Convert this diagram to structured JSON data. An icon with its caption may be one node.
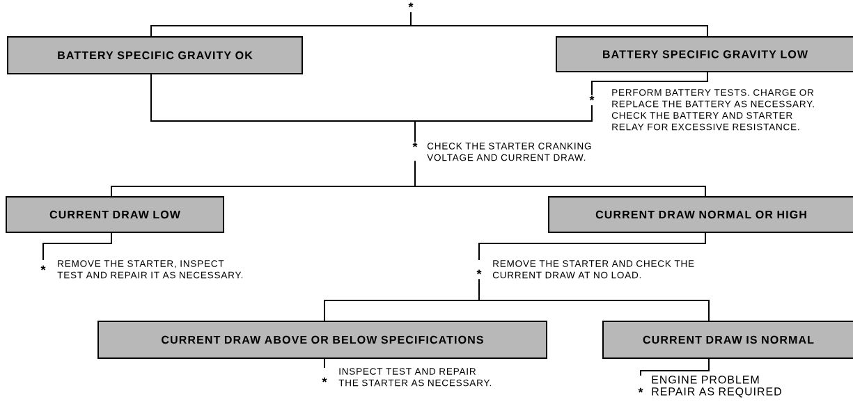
{
  "diagram": {
    "nodes": [
      {
        "text": [
          "*"
        ]
      },
      {
        "text": [
          "BATTERY SPECIFIC GRAVITY OK"
        ]
      },
      {
        "text": [
          "BATTERY SPECIFIC GRAVITY LOW"
        ]
      },
      {
        "text": [
          "PERFORM BATTERY TESTS. CHARGE OR REPLACE THE BATTERY AS NECESSARY. CHECK THE BATTERY AND STARTER RELAY FOR EXCESSIVE RESISTANCE."
        ]
      },
      {
        "text": [
          "CHECK THE STARTER CRANKING VOLTAGE AND CURRENT DRAW."
        ]
      },
      {
        "text": [
          "CURRENT DRAW LOW"
        ]
      },
      {
        "text": [
          "CURRENT DRAW NORMAL OR HIGH"
        ]
      },
      {
        "text": [
          "REMOVE THE STARTER, INSPECT TEST AND REPAIR IT AS NECESSARY."
        ]
      },
      {
        "text": [
          "REMOVE THE STARTER AND CHECK THE CURRENT DRAW AT NO LOAD."
        ]
      },
      {
        "text": [
          "CURRENT DRAW ABOVE OR BELOW SPECIFICATIONS"
        ]
      },
      {
        "text": [
          "CURRENT DRAW IS NORMAL"
        ]
      },
      {
        "text": [
          "INSPECT TEST AND REPAIR THE STARTER AS NECESSARY."
        ]
      },
      {
        "text": [
          "ENGINE PROBLEM REPAIR AS REQUIRED"
        ]
      }
    ],
    "edges": [
      {
        "from": 0,
        "to": 1,
        "arrow": "none"
      },
      {
        "from": 0,
        "to": 2,
        "arrow": "none"
      },
      {
        "from": 2,
        "to": 3,
        "arrow": "none"
      },
      {
        "from": 3,
        "to": 4,
        "arrow": "none"
      },
      {
        "from": 1,
        "to": 4,
        "arrow": "none"
      },
      {
        "from": 4,
        "to": 5,
        "arrow": "none"
      },
      {
        "from": 4,
        "to": 6,
        "arrow": "none"
      },
      {
        "from": 5,
        "to": 7,
        "arrow": "none"
      },
      {
        "from": 6,
        "to": 8,
        "arrow": "none"
      },
      {
        "from": 8,
        "to": 9,
        "arrow": "none"
      },
      {
        "from": 8,
        "to": 10,
        "arrow": "none"
      },
      {
        "from": 9,
        "to": 11,
        "arrow": "none"
      },
      {
        "from": 10,
        "to": 12,
        "arrow": "none"
      }
    ],
    "labels": [
      "*",
      "*",
      "*",
      "*",
      "*",
      "*"
    ]
  }
}
